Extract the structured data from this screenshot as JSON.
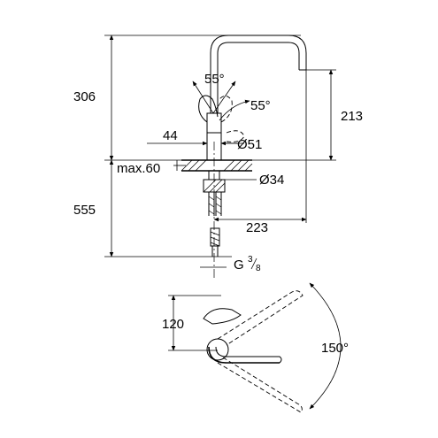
{
  "dimensions": {
    "height_above_counter": "306",
    "height_below_counter": "555",
    "spout_height": "213",
    "spout_reach": "223",
    "lever_angle_back": "55°",
    "lever_angle_front": "55°",
    "hole_diameter_label": "44",
    "base_diameter": "Ø51",
    "mount_diameter": "Ø34",
    "max_counter_thickness": "max.60",
    "connection_thread": "G",
    "thread_num": "3",
    "thread_den": "8",
    "top_view_height": "120",
    "swivel_angle": "150°"
  }
}
